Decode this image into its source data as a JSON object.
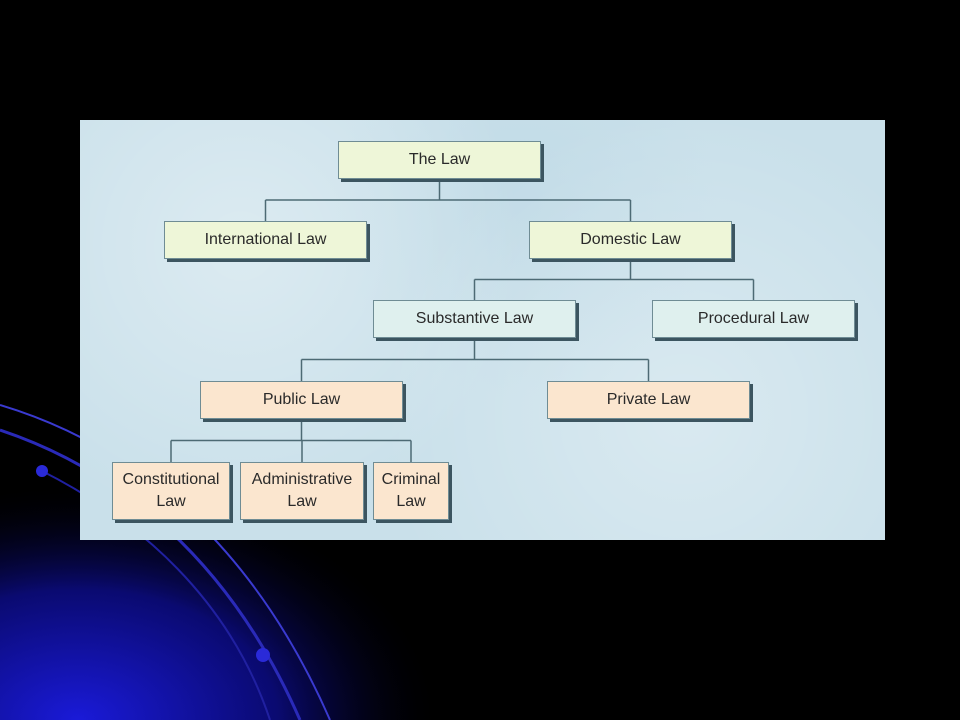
{
  "diagram": {
    "nodes": {
      "the_law": "The Law",
      "international_law": "International Law",
      "domestic_law": "Domestic Law",
      "substantive_law": "Substantive Law",
      "procedural_law": "Procedural Law",
      "public_law": "Public Law",
      "private_law": "Private Law",
      "constitutional_law": "Constitutional\nLaw",
      "administrative_law": "Administrative\nLaw",
      "criminal_law": "Criminal\nLaw"
    },
    "edges": [
      [
        "the_law",
        "international_law"
      ],
      [
        "the_law",
        "domestic_law"
      ],
      [
        "domestic_law",
        "substantive_law"
      ],
      [
        "domestic_law",
        "procedural_law"
      ],
      [
        "substantive_law",
        "public_law"
      ],
      [
        "substantive_law",
        "private_law"
      ],
      [
        "public_law",
        "constitutional_law"
      ],
      [
        "public_law",
        "administrative_law"
      ],
      [
        "public_law",
        "criminal_law"
      ]
    ],
    "colors": {
      "panel": "#c9e0ea",
      "tier_general": "#eef6d8",
      "tier_substantive": "#dff0ee",
      "tier_public_private": "#fbe6cf",
      "connector": "#4d6a74"
    }
  }
}
